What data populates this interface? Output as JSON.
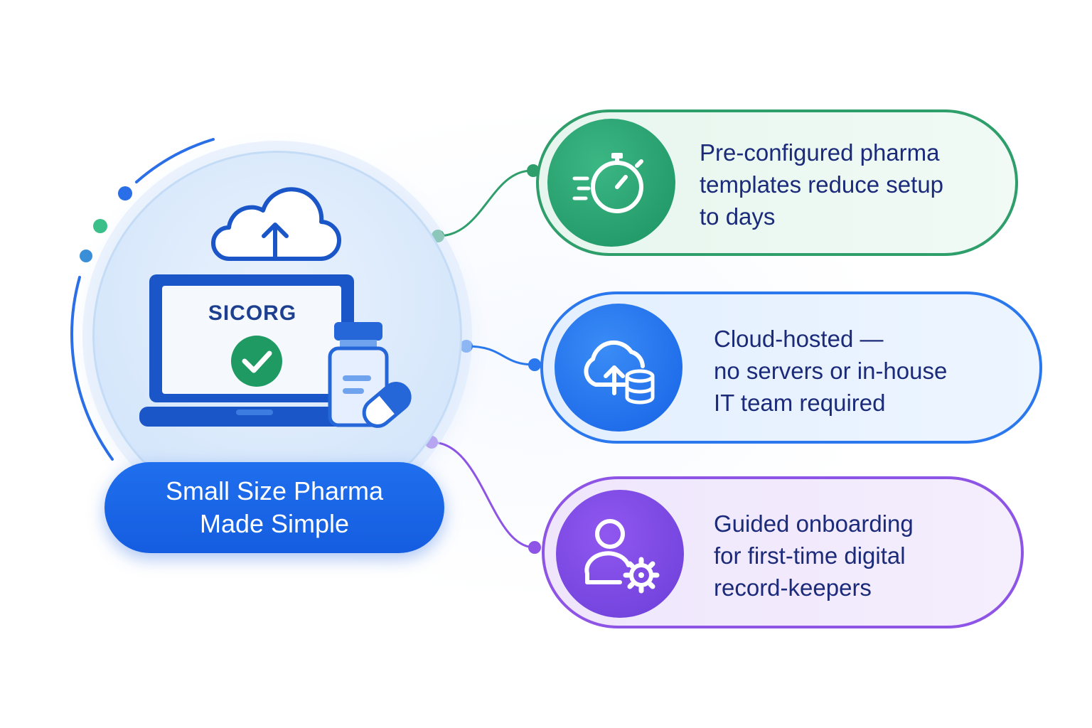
{
  "hub": {
    "brand": "SICORG",
    "title_line1": "Small Size Pharma",
    "title_line2": "Made Simple"
  },
  "features": [
    {
      "name": "templates",
      "icon": "stopwatch-icon",
      "lines": [
        "Pre-configured pharma",
        "templates reduce setup",
        "to days"
      ],
      "color": "#2e9e6a"
    },
    {
      "name": "cloud",
      "icon": "cloud-database-icon",
      "lines": [
        "Cloud-hosted —",
        "no servers or in-house",
        "IT team required"
      ],
      "color": "#2b78ee"
    },
    {
      "name": "onboarding",
      "icon": "user-gear-icon",
      "lines": [
        "Guided onboarding",
        "for first-time digital",
        "record-keepers"
      ],
      "color": "#8d54e6"
    }
  ],
  "colors": {
    "primary_blue": "#155de0",
    "text_navy": "#1b2b7a",
    "green": "#2e9e6a",
    "purple": "#8d54e6"
  }
}
